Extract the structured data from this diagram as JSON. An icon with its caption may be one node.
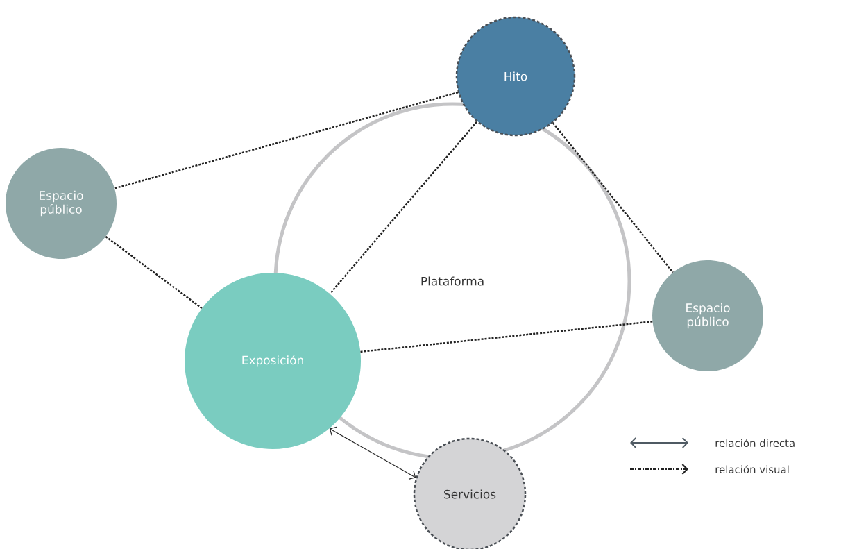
{
  "diagram": {
    "nodes": [
      {
        "text": [
          "Plataforma"
        ]
      },
      {
        "text": [
          "Hito"
        ]
      },
      {
        "text": [
          "Espacio público"
        ]
      },
      {
        "text": [
          "Exposición"
        ]
      },
      {
        "text": [
          "Espacio público"
        ]
      },
      {
        "text": [
          "Servicios"
        ]
      }
    ],
    "edges": [
      {
        "from": 1,
        "to": 2,
        "arrow": "none",
        "style": "dashed"
      },
      {
        "from": 2,
        "to": 3,
        "arrow": "none",
        "style": "dashed"
      },
      {
        "from": 1,
        "to": 3,
        "arrow": "none",
        "style": "dashed"
      },
      {
        "from": 1,
        "to": 4,
        "arrow": "none",
        "style": "dashed"
      },
      {
        "from": 3,
        "to": 4,
        "arrow": "none",
        "style": "dashed"
      },
      {
        "from": 3,
        "to": 5,
        "arrow": "both"
      }
    ],
    "legend": [
      {
        "text": "relación directa"
      },
      {
        "text": "relación visual"
      }
    ]
  }
}
